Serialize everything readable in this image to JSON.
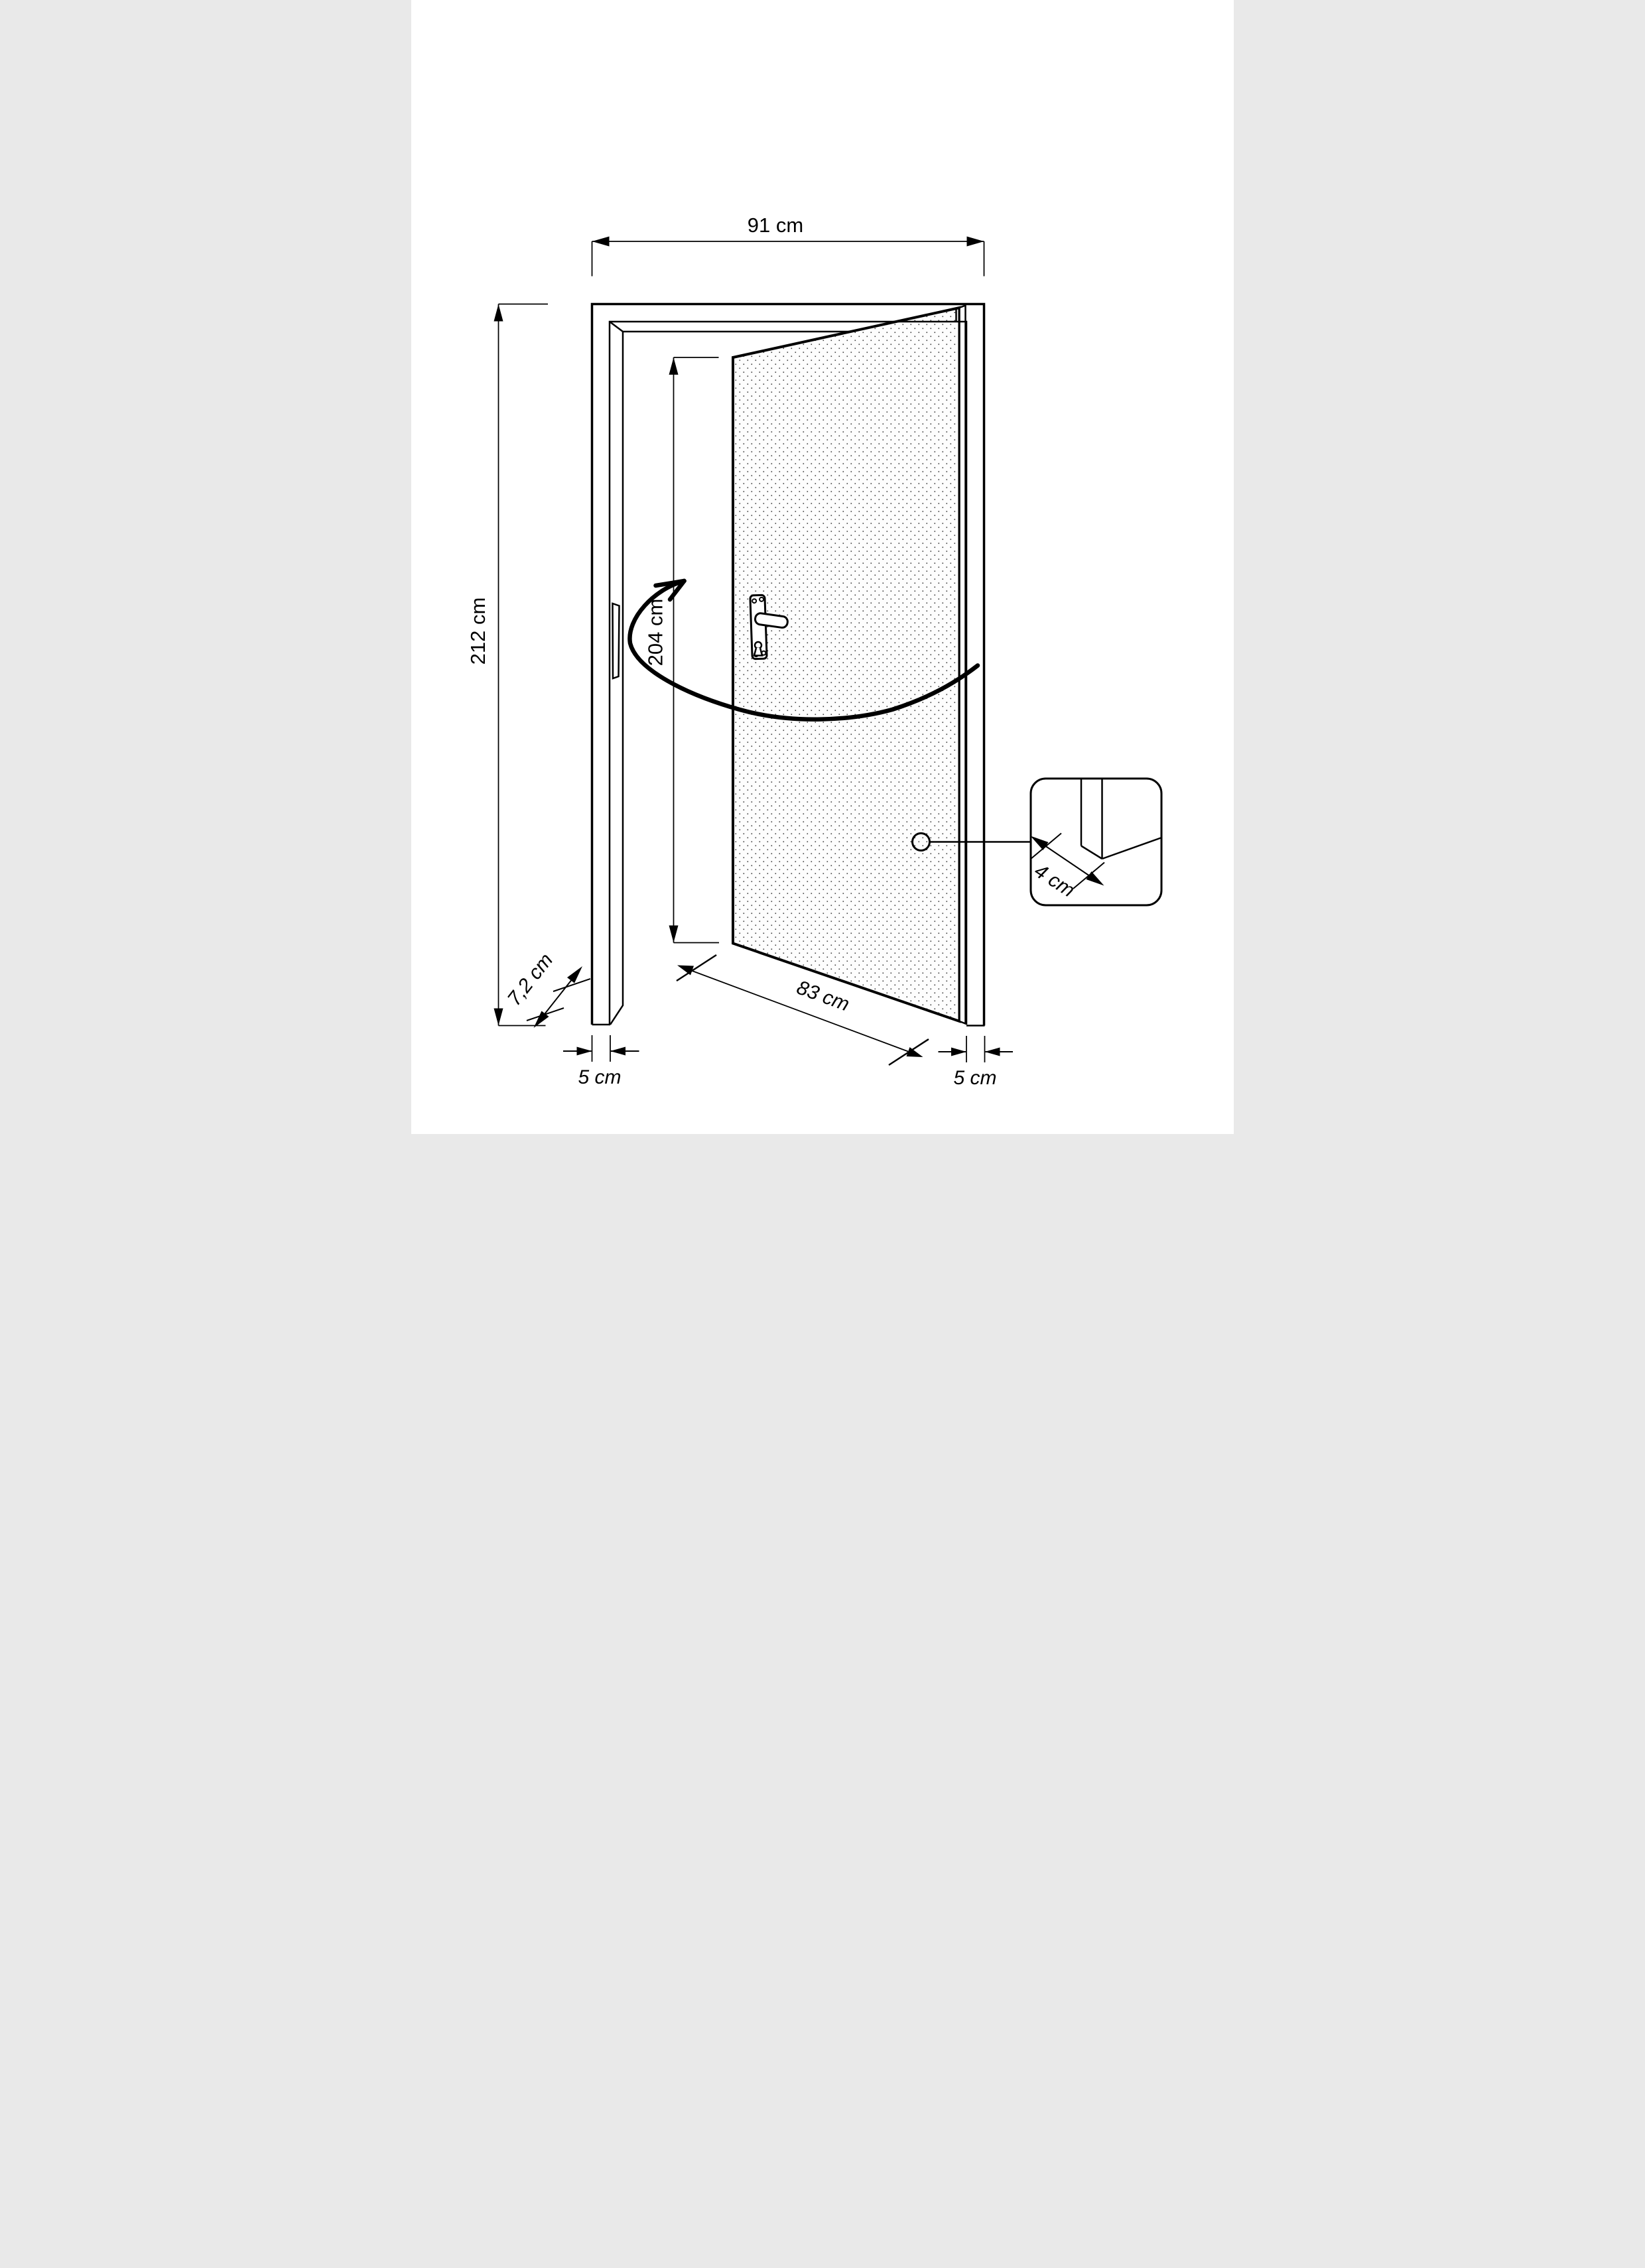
{
  "page": {
    "background": "#ffffff",
    "line_color": "#000000",
    "door_dot_color": "#3a3a3a",
    "door_fill_color": "#fdfdfd"
  },
  "drawing": {
    "subject": "open door with frame, dimensioned",
    "icons": {
      "swing_arrow": "curved-arrow",
      "detail_marker": "circle-with-leader-line"
    }
  },
  "dimensions": {
    "frame_width": "91 cm",
    "frame_height": "212 cm",
    "door_height": "204 cm",
    "door_width": "83 cm",
    "frame_depth": "7,2 cm",
    "jamb_face_left": "5 cm",
    "jamb_face_right": "5 cm",
    "door_thickness": "4 cm"
  }
}
